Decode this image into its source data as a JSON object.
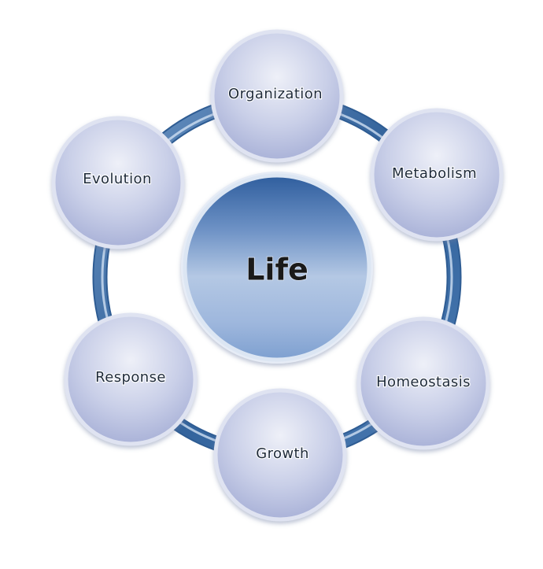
{
  "center": {
    "label": "Life"
  },
  "nodes": [
    {
      "label": "Organization"
    },
    {
      "label": "Metabolism"
    },
    {
      "label": "Homeostasis"
    },
    {
      "label": "Growth"
    },
    {
      "label": "Response"
    },
    {
      "label": "Evolution"
    }
  ],
  "colors": {
    "ring": "#3f6fa3",
    "ring_highlight": "#b7cfe8",
    "center_top": "#3c6aa8",
    "center_mid": "#a9c1e0",
    "node_light": "#eef0f8",
    "node_dark": "#a7b0d6"
  }
}
